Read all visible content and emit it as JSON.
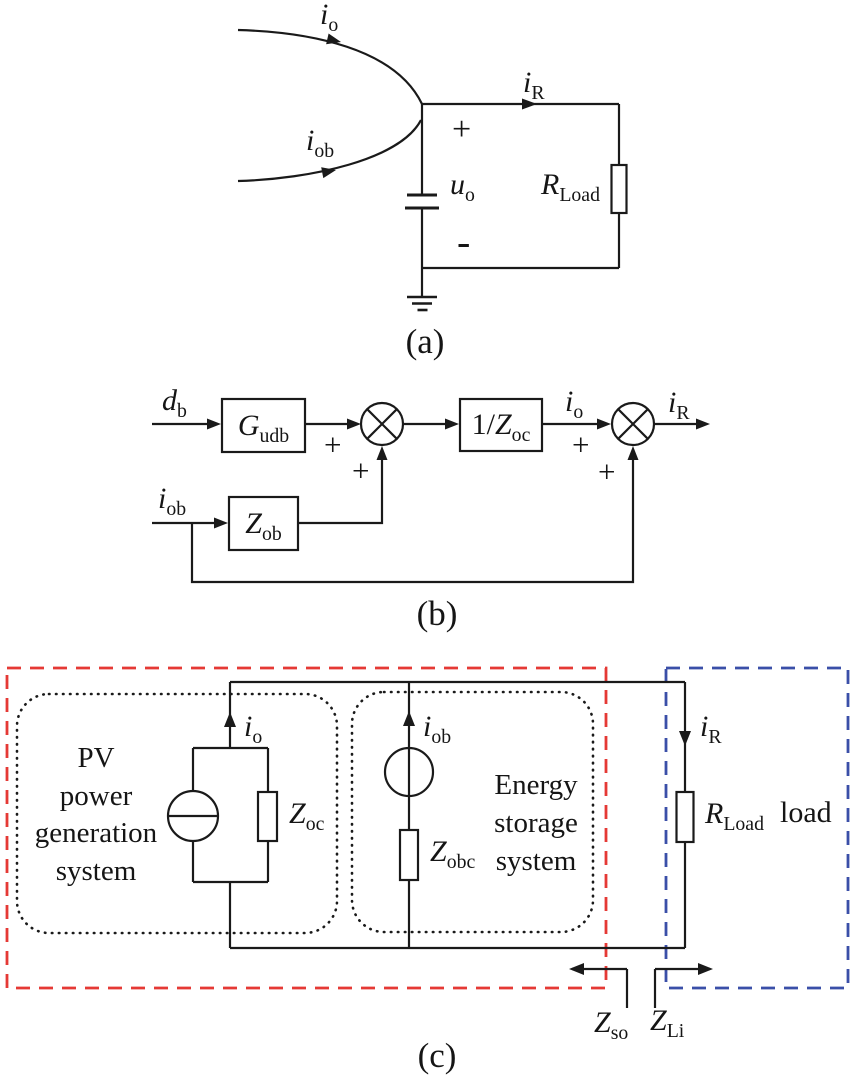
{
  "figure": {
    "background": "#ffffff",
    "ink_color": "#1a1a1a",
    "source_boundary_color": "#e53935",
    "load_boundary_color": "#3a4fa8"
  },
  "panel_a": {
    "caption": "(a)",
    "labels": {
      "i_o": {
        "main": "i",
        "sub": "o"
      },
      "i_ob": {
        "main": "i",
        "sub": "ob"
      },
      "i_R": {
        "main": "i",
        "sub": "R"
      },
      "plus": "+",
      "u_o": {
        "main": "u",
        "sub": "o"
      },
      "minus": "-",
      "R_Load": {
        "main": "R",
        "sub": "Load"
      }
    }
  },
  "panel_b": {
    "caption": "(b)",
    "inputs": {
      "d_b": {
        "main": "d",
        "sub": "b"
      },
      "i_ob": {
        "main": "i",
        "sub": "ob"
      }
    },
    "blocks": {
      "G_udb": {
        "main": "G",
        "sub": "udb"
      },
      "inv_Z_oc": {
        "pre": "1/",
        "main": "Z",
        "sub": "oc"
      },
      "Z_ob": {
        "main": "Z",
        "sub": "ob"
      }
    },
    "signals": {
      "i_o": {
        "main": "i",
        "sub": "o"
      },
      "i_R": {
        "main": "i",
        "sub": "R"
      }
    },
    "plus": "+"
  },
  "panel_c": {
    "caption": "(c)",
    "pv_system_lines": [
      "PV",
      "power",
      "generation",
      "system"
    ],
    "energy_system_lines": [
      "Energy",
      "storage",
      "system"
    ],
    "labels": {
      "i_o": {
        "main": "i",
        "sub": "o"
      },
      "i_ob": {
        "main": "i",
        "sub": "ob"
      },
      "i_R": {
        "main": "i",
        "sub": "R"
      },
      "Z_oc": {
        "main": "Z",
        "sub": "oc"
      },
      "Z_obc": {
        "main": "Z",
        "sub": "obc"
      },
      "R_Load": {
        "main": "R",
        "sub": "Load"
      },
      "load_word": "load",
      "Z_so": {
        "main": "Z",
        "sub": "so"
      },
      "Z_Li": {
        "main": "Z",
        "sub": "Li"
      }
    }
  }
}
